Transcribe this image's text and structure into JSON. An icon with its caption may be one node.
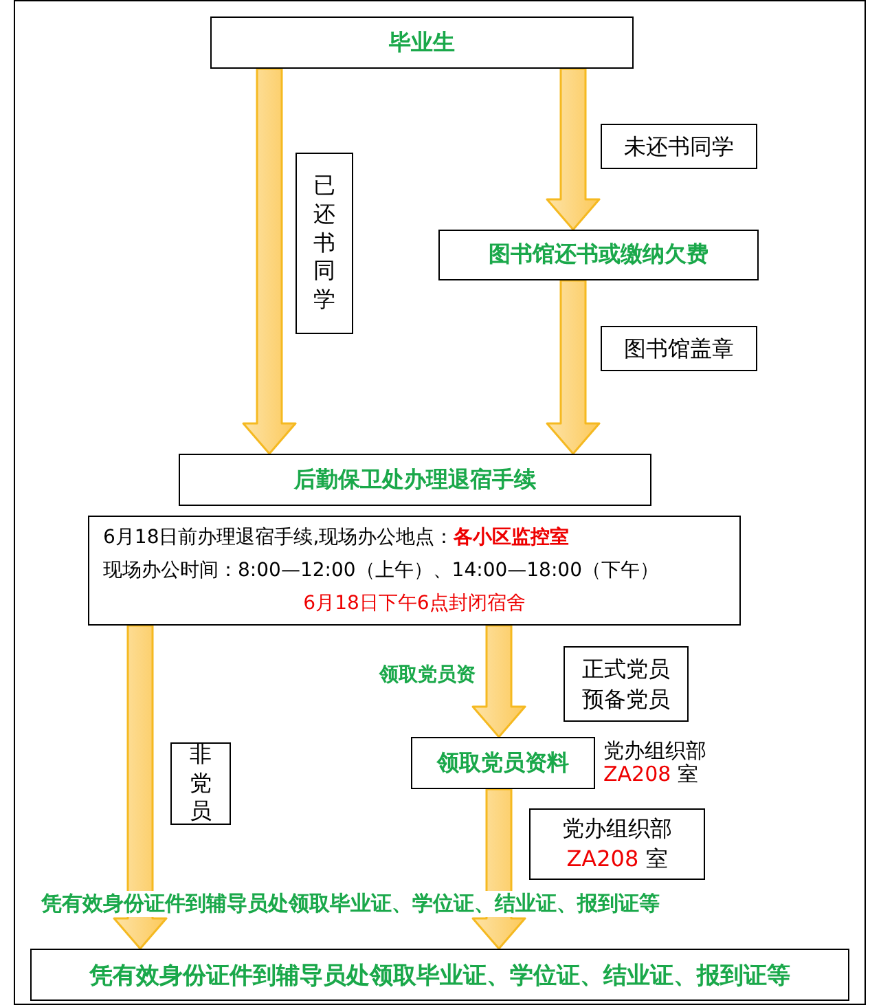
{
  "diagram": {
    "nodes": [
      {
        "text": [
          "毕业生"
        ]
      },
      {
        "text": [
          "图书馆还书或缴纳欠费"
        ]
      },
      {
        "text": [
          "后勤保卫处办理退宿手续"
        ]
      },
      {
        "text": [
          "6月18日前办理退宿手续,现场办公地点：**各小区监控室**",
          "现场办公时间：8:00—12:00（上午）、14:00—18:00（下午）",
          "6月18日下午6点封闭宿舍"
        ]
      },
      {
        "text": [
          "领取党员资料"
        ],
        "beside": [
          "党办组织部 **ZA208** 室"
        ]
      },
      {
        "text": [
          "凭有效身份证件到辅导员处领取毕业证、学位证、结业证、报到证等"
        ]
      }
    ],
    "edges": [
      {
        "from": 0,
        "to": 2,
        "arrow": "to",
        "label": "已还书同学"
      },
      {
        "from": 0,
        "to": 1,
        "arrow": "to",
        "label": "未还书同学"
      },
      {
        "from": 1,
        "to": 2,
        "arrow": "to",
        "label": "图书馆盖章"
      },
      {
        "from": 3,
        "to": 5,
        "arrow": "to",
        "label": "非党员"
      },
      {
        "from": 3,
        "to": 4,
        "arrow": "to",
        "label": "正式党员预备党员"
      },
      {
        "from": 4,
        "to": 5,
        "arrow": "to",
        "label": "党办组织部 **ZA208** 室"
      }
    ],
    "labels": [
      "领取党员资",
      "凭有效身份证件到辅导员处领取毕业证、学位证、结业证、报到证等"
    ]
  }
}
